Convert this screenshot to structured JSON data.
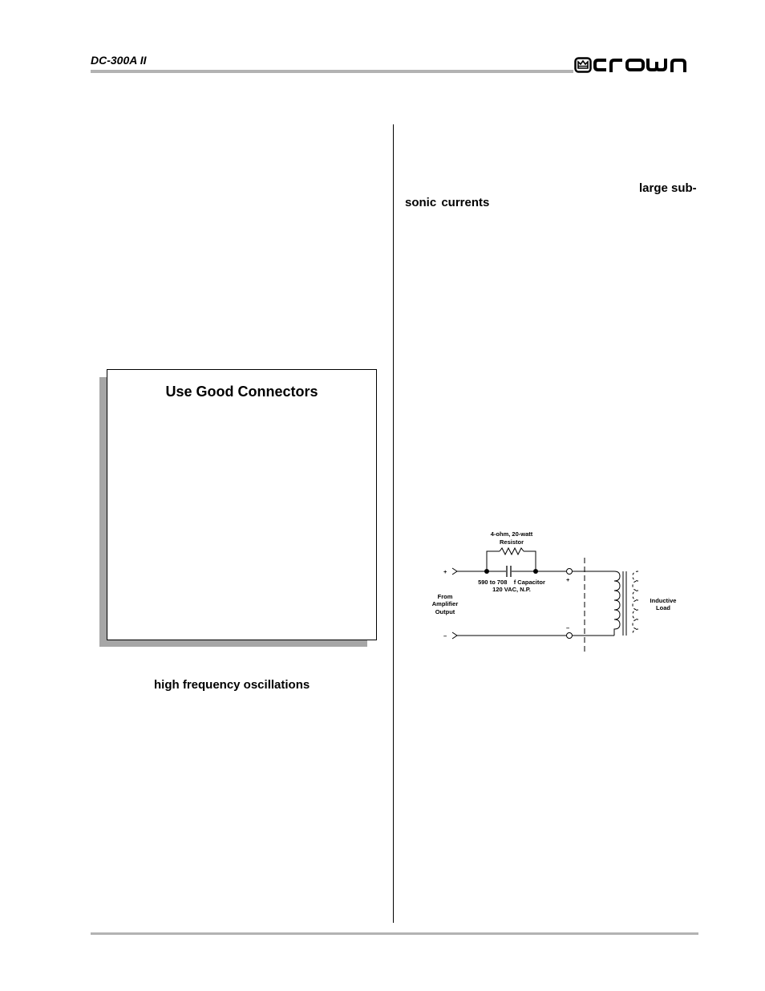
{
  "header": {
    "model": "DC-300A II",
    "brand": "crown"
  },
  "sidebar_box": {
    "title": "Use Good Connectors"
  },
  "right_column": {
    "fragment_1": "large sub-",
    "fragment_2": "sonic  currents"
  },
  "left_column": {
    "fragment_1": "high frequency oscillations"
  },
  "diagram": {
    "resistor_label_1": "4-ohm, 20-watt",
    "resistor_label_2": "Resistor",
    "capacitor_label_1": "590 to 708    f Capacitor",
    "capacitor_label_2": "120 VAC, N.P.",
    "plus": "+",
    "minus": "–",
    "source_label_1": "From",
    "source_label_2": "Amplifier",
    "source_label_3": "Output",
    "load_label_1": "Inductive",
    "load_label_2": "Load"
  },
  "colors": {
    "rule": "#b3b3b3",
    "shadow": "#a6a6a6"
  }
}
